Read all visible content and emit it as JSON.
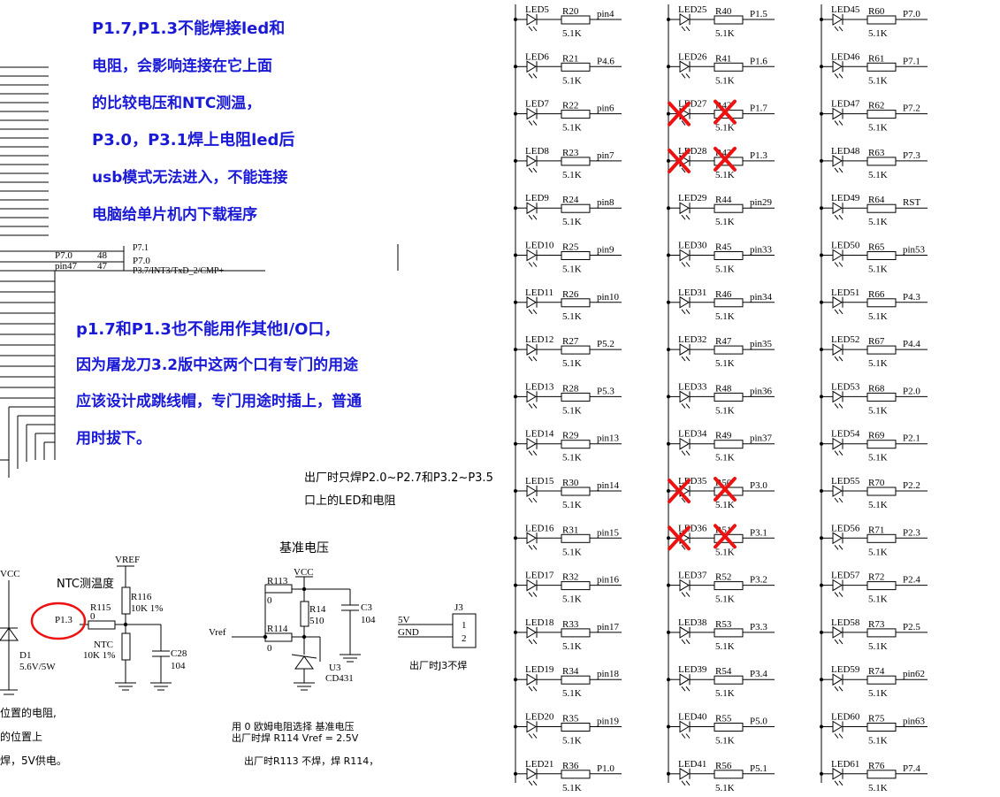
{
  "notes": {
    "top_lines": [
      "P1.7,P1.3不能焊接led和",
      "电阻，会影响连接在它上面",
      "的比较电压和NTC测温，",
      "P3.0，P3.1焊上电阻led后",
      "usb模式无法进入，不能连接",
      "电脑给单片机内下载程序"
    ],
    "mid_lines": [
      "p1.7和P1.3也不能用作其他I/O口，",
      "因为屠龙刀3.2版中这两个口有专门的用途",
      "应该设计成跳线帽，专门用途时插上，普通",
      "用时拔下。"
    ],
    "factory_lines": [
      "出厂时只焊P2.0~P2.7和P3.2~P3.5",
      "口上的LED和电阻"
    ]
  },
  "partial_chip": {
    "pins": [
      {
        "net": "P7.0",
        "num": "48",
        "func": "P7.0"
      },
      {
        "net": "pin47",
        "num": "47",
        "func": "P3.7/INT3/TxD_2/CMP+"
      }
    ],
    "top_func": "P7.1"
  },
  "ntc": {
    "title": "NTC测温度",
    "vref_label": "VREF",
    "vcc_label": "VCC",
    "p13_label": "P1.3",
    "r115_name": "R115",
    "r115_value": "0",
    "r116_name": "R116",
    "r116_value": "10K 1%",
    "ntc_name": "NTC",
    "ntc_value": "10K 1%",
    "c28_name": "C28",
    "c28_value": "104",
    "d1_name": "D1",
    "d1_value": "5.6V/5W",
    "left_notes": [
      "位置的电阻,",
      "的位置上",
      "焊，5V供电。"
    ]
  },
  "vref_block": {
    "title": "基准电压",
    "vcc_label": "VCC",
    "vref_label": "Vref",
    "r113_name": "R113",
    "r113_value": "0",
    "r114_name": "R114",
    "r114_value": "0",
    "r14_name": "R14",
    "r14_value": "510",
    "c3_name": "C3",
    "c3_value": "104",
    "u3_name": "U3",
    "u3_value": "CD431",
    "notes": [
      "用 0 欧姆电阻选择 基准电压",
      "出厂时焊 R114 Vref = 2.5V",
      "出厂时R113 不焊，焊 R114，"
    ]
  },
  "j3": {
    "name": "J3",
    "pin1_net": "5V",
    "pin2_net": "GND",
    "pin1": "1",
    "pin2": "2",
    "note": "出厂时J3不焊"
  },
  "led_columns": [
    [
      {
        "led": "LED5",
        "res": "R20",
        "val": "5.1K",
        "net": "pin4"
      },
      {
        "led": "LED6",
        "res": "R21",
        "val": "5.1K",
        "net": "P4.6"
      },
      {
        "led": "LED7",
        "res": "R22",
        "val": "5.1K",
        "net": "pin6"
      },
      {
        "led": "LED8",
        "res": "R23",
        "val": "5.1K",
        "net": "pin7"
      },
      {
        "led": "LED9",
        "res": "R24",
        "val": "5.1K",
        "net": "pin8"
      },
      {
        "led": "LED10",
        "res": "R25",
        "val": "5.1K",
        "net": "pin9"
      },
      {
        "led": "LED11",
        "res": "R26",
        "val": "5.1K",
        "net": "pin10"
      },
      {
        "led": "LED12",
        "res": "R27",
        "val": "5.1K",
        "net": "P5.2"
      },
      {
        "led": "LED13",
        "res": "R28",
        "val": "5.1K",
        "net": "P5.3"
      },
      {
        "led": "LED14",
        "res": "R29",
        "val": "5.1K",
        "net": "pin13"
      },
      {
        "led": "LED15",
        "res": "R30",
        "val": "5.1K",
        "net": "pin14"
      },
      {
        "led": "LED16",
        "res": "R31",
        "val": "5.1K",
        "net": "pin15"
      },
      {
        "led": "LED17",
        "res": "R32",
        "val": "5.1K",
        "net": "pin16"
      },
      {
        "led": "LED18",
        "res": "R33",
        "val": "5.1K",
        "net": "pin17"
      },
      {
        "led": "LED19",
        "res": "R34",
        "val": "5.1K",
        "net": "pin18"
      },
      {
        "led": "LED20",
        "res": "R35",
        "val": "5.1K",
        "net": "pin19"
      },
      {
        "led": "LED21",
        "res": "R36",
        "val": "5.1K",
        "net": "P1.0"
      }
    ],
    [
      {
        "led": "LED25",
        "res": "R40",
        "val": "5.1K",
        "net": "P1.5"
      },
      {
        "led": "LED26",
        "res": "R41",
        "val": "5.1K",
        "net": "P1.6"
      },
      {
        "led": "LED27",
        "res": "R42",
        "val": "5.1K",
        "net": "P1.7",
        "crossed": true
      },
      {
        "led": "LED28",
        "res": "R43",
        "val": "5.1K",
        "net": "P1.3",
        "crossed": true
      },
      {
        "led": "LED29",
        "res": "R44",
        "val": "5.1K",
        "net": "pin29"
      },
      {
        "led": "LED30",
        "res": "R45",
        "val": "5.1K",
        "net": "pin33"
      },
      {
        "led": "LED31",
        "res": "R46",
        "val": "5.1K",
        "net": "pin34"
      },
      {
        "led": "LED32",
        "res": "R47",
        "val": "5.1K",
        "net": "pin35"
      },
      {
        "led": "LED33",
        "res": "R48",
        "val": "5.1K",
        "net": "pin36"
      },
      {
        "led": "LED34",
        "res": "R49",
        "val": "5.1K",
        "net": "pin37"
      },
      {
        "led": "LED35",
        "res": "R50",
        "val": "5.1K",
        "net": "P3.0",
        "crossed": true
      },
      {
        "led": "LED36",
        "res": "R51",
        "val": "5.1K",
        "net": "P3.1",
        "crossed": true
      },
      {
        "led": "LED37",
        "res": "R52",
        "val": "5.1K",
        "net": "P3.2"
      },
      {
        "led": "LED38",
        "res": "R53",
        "val": "5.1K",
        "net": "P3.3"
      },
      {
        "led": "LED39",
        "res": "R54",
        "val": "5.1K",
        "net": "P3.4"
      },
      {
        "led": "LED40",
        "res": "R55",
        "val": "5.1K",
        "net": "P5.0"
      },
      {
        "led": "LED41",
        "res": "R56",
        "val": "5.1K",
        "net": "P5.1"
      }
    ],
    [
      {
        "led": "LED45",
        "res": "R60",
        "val": "5.1K",
        "net": "P7.0"
      },
      {
        "led": "LED46",
        "res": "R61",
        "val": "5.1K",
        "net": "P7.1"
      },
      {
        "led": "LED47",
        "res": "R62",
        "val": "5.1K",
        "net": "P7.2"
      },
      {
        "led": "LED48",
        "res": "R63",
        "val": "5.1K",
        "net": "P7.3"
      },
      {
        "led": "LED49",
        "res": "R64",
        "val": "5.1K",
        "net": "RST"
      },
      {
        "led": "LED50",
        "res": "R65",
        "val": "5.1K",
        "net": "pin53"
      },
      {
        "led": "LED51",
        "res": "R66",
        "val": "5.1K",
        "net": "P4.3"
      },
      {
        "led": "LED52",
        "res": "R67",
        "val": "5.1K",
        "net": "P4.4"
      },
      {
        "led": "LED53",
        "res": "R68",
        "val": "5.1K",
        "net": "P2.0"
      },
      {
        "led": "LED54",
        "res": "R69",
        "val": "5.1K",
        "net": "P2.1"
      },
      {
        "led": "LED55",
        "res": "R70",
        "val": "5.1K",
        "net": "P2.2"
      },
      {
        "led": "LED56",
        "res": "R71",
        "val": "5.1K",
        "net": "P2.3"
      },
      {
        "led": "LED57",
        "res": "R72",
        "val": "5.1K",
        "net": "P2.4"
      },
      {
        "led": "LED58",
        "res": "R73",
        "val": "5.1K",
        "net": "P2.5"
      },
      {
        "led": "LED59",
        "res": "R74",
        "val": "5.1K",
        "net": "pin62"
      },
      {
        "led": "LED60",
        "res": "R75",
        "val": "5.1K",
        "net": "pin63"
      },
      {
        "led": "LED61",
        "res": "R76",
        "val": "5.1K",
        "net": "P7.4"
      }
    ]
  ],
  "colors": {
    "note_text": "#1a1ad6",
    "annotation": "#ee1111",
    "wire": "#000000"
  }
}
